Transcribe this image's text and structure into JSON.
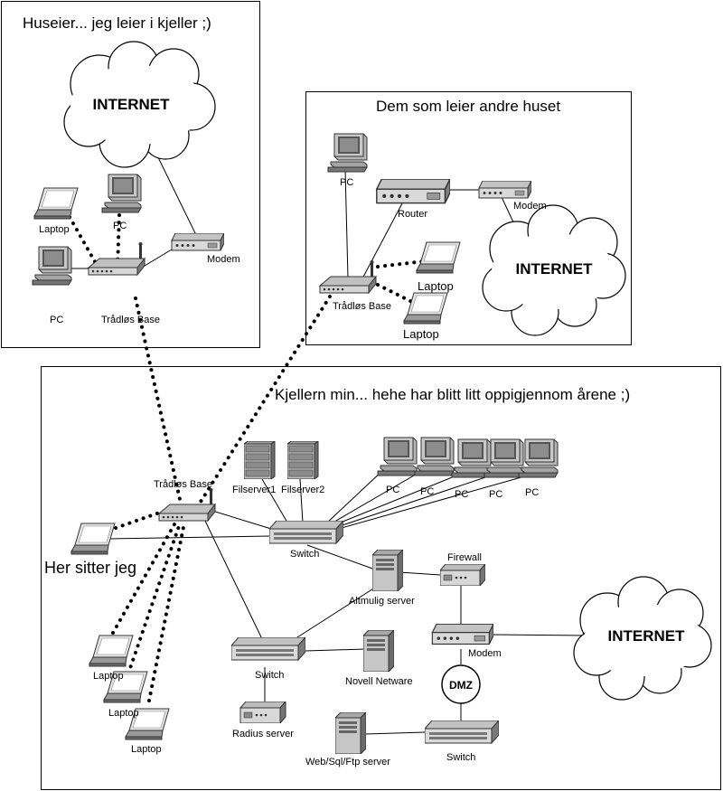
{
  "sections": {
    "landlord": {
      "title": "Huseier... jeg leier i kjeller ;)"
    },
    "other_tenants": {
      "title": "Dem som leier andre huset"
    },
    "basement": {
      "title": "Kjellern min... hehe har blitt litt oppigjennom årene ;)"
    }
  },
  "landlord_nodes": {
    "internet": "INTERNET",
    "laptop": "Laptop",
    "pc_top": "PC",
    "pc_bottom": "PC",
    "modem": "Modem",
    "wireless_base": "Trådløs Base"
  },
  "tenants_nodes": {
    "pc": "PC",
    "router": "Router",
    "modem": "Modem",
    "internet": "INTERNET",
    "laptop1": "Laptop",
    "laptop2": "Laptop",
    "wireless_base": "Trådløs Base"
  },
  "basement_nodes": {
    "wireless_base": "Trådløs Base",
    "fileserver1": "Filserver1",
    "fileserver2": "Filserver2",
    "pcs": [
      "PC",
      "PC",
      "PC",
      "PC",
      "PC"
    ],
    "switch_main": "Switch",
    "here_i_sit": "Her sitter jeg",
    "firewall": "Firewall",
    "multi_server": "Altmulig server",
    "internet": "INTERNET",
    "modem": "Modem",
    "dmz": "DMZ",
    "switch_mid": "Switch",
    "novell": "Novell Netware",
    "radius": "Radius server",
    "switch_dmz": "Switch",
    "web_server": "Web/Sql/Ftp server",
    "laptops": [
      "Laptop",
      "Laptop",
      "Laptop"
    ]
  }
}
